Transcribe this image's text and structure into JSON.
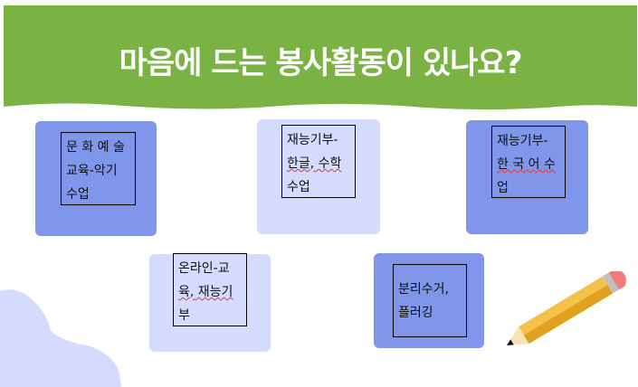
{
  "slide": {
    "title": "마음에 드는 봉사활동이 있나요?",
    "colors": {
      "banner": "#7bb244",
      "dark_card": "#7f96ea",
      "light_card": "#d4dbfd"
    }
  },
  "cards": [
    {
      "line1": "문 화 예 술",
      "line2": "교육-악기",
      "line3": "수업"
    },
    {
      "line1": "재능기부-",
      "line2a": "한글,",
      "line2b": " 수학",
      "line3": "수업"
    },
    {
      "line1": "재능기부-",
      "line2": "한 국 어 수",
      "line3": "업"
    },
    {
      "line1": "온라인-교",
      "line2a": "육,",
      "line2b": " 재능기",
      "line3": "부"
    },
    {
      "line1": "분리수거,",
      "line2": "플러깅"
    }
  ],
  "decor": {
    "pencil": "pencil-icon",
    "blob": "blob-shape"
  }
}
